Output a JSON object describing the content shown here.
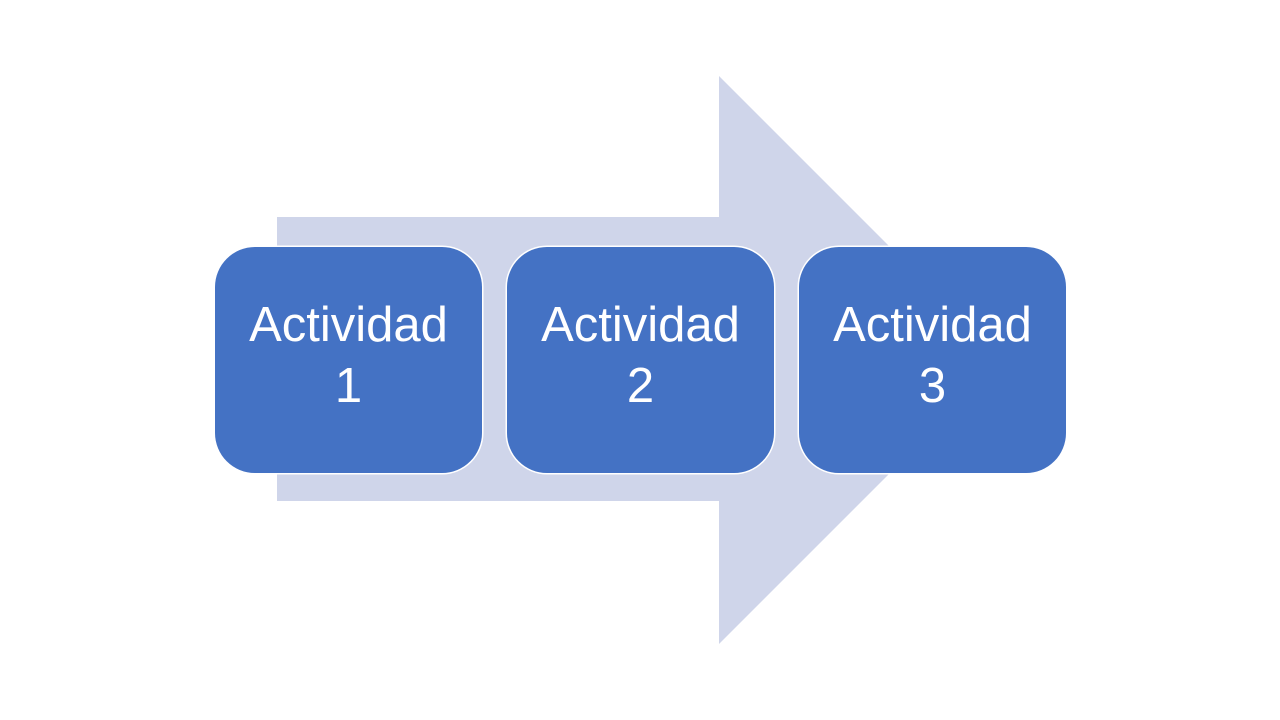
{
  "colors": {
    "arrow": "#CFD5EA",
    "box": "#4472C4",
    "text": "#FFFFFF"
  },
  "steps": [
    {
      "line1": "Actividad",
      "line2": "1"
    },
    {
      "line1": "Actividad",
      "line2": "2"
    },
    {
      "line1": "Actividad",
      "line2": "3"
    }
  ]
}
